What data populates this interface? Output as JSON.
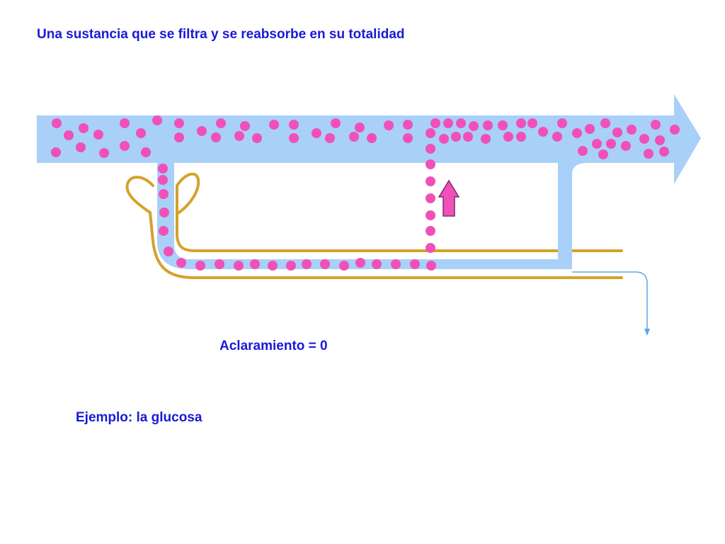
{
  "title": "Una sustancia que se filtra y se reabsorbe en su totalidad",
  "clearance_label": "Aclaramiento = 0",
  "example_label": "Ejemplo: la glucosa",
  "colors": {
    "text": "#1a1ad6",
    "vessel": "#a8d0f8",
    "tubule": "#d4a22a",
    "particle": "#f050b8",
    "reabsorption_arrow": "#f050b8",
    "urine_arrow": "#5aa8e6"
  },
  "icons": {
    "reabsorption": "arrow-up-icon",
    "urine_outflow": "arrow-down-icon",
    "blood_flow": "arrow-right-icon"
  }
}
